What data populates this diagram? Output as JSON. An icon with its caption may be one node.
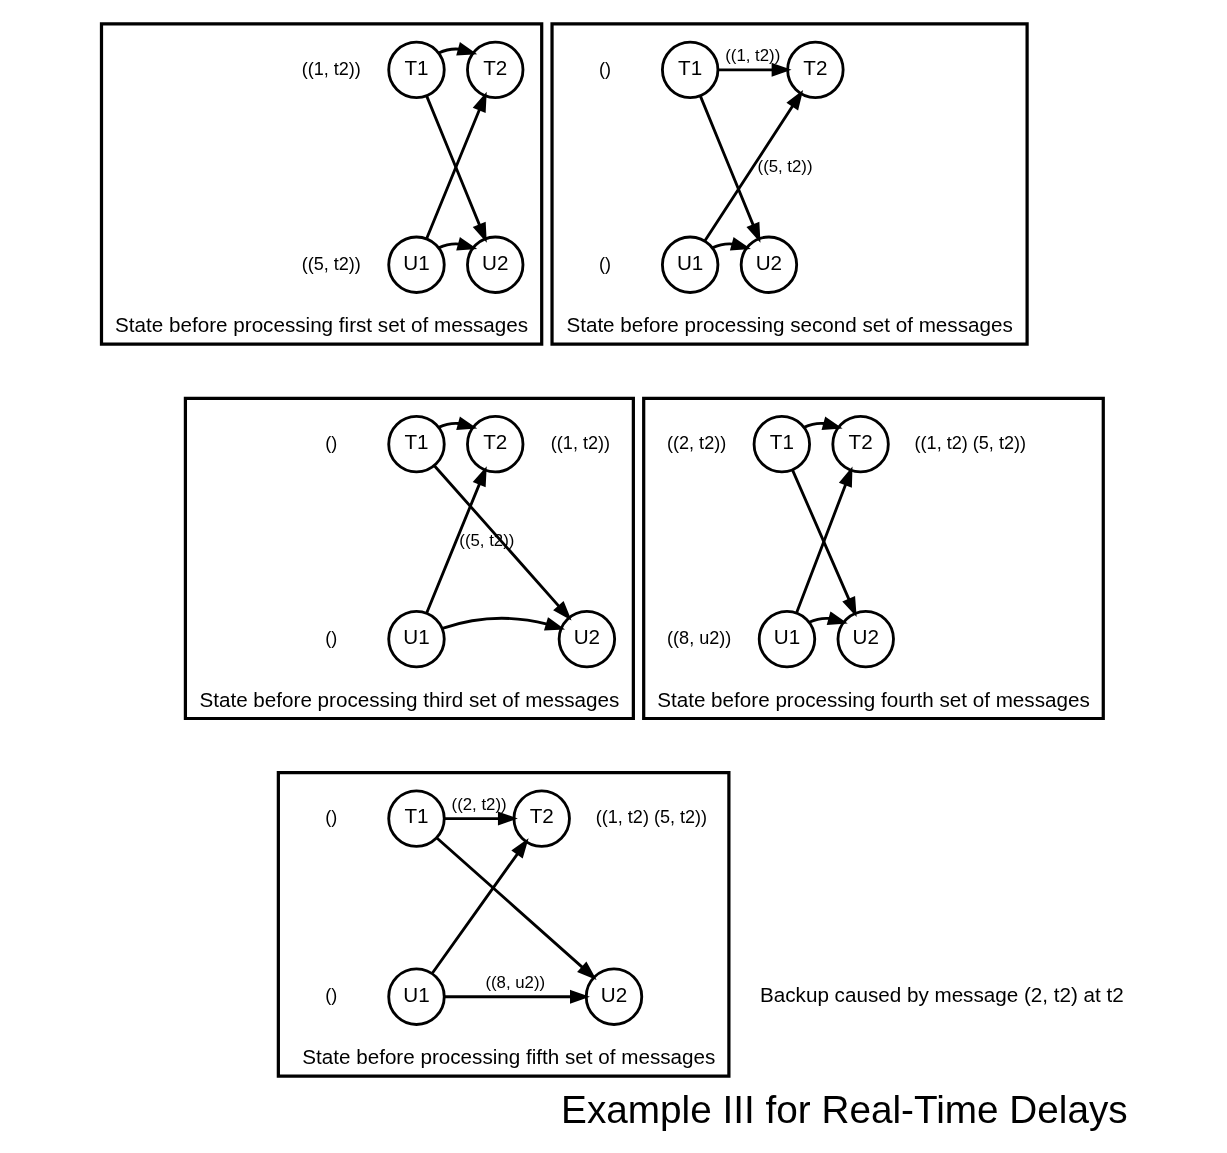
{
  "diagram": {
    "title": "Example III for Real-Time Delays",
    "nodes": [
      {
        "text": [
          "State before processing first set of messages"
        ]
      },
      {
        "text": [
          "T1"
        ],
        "in": 0,
        "beside": [
          "((1, t2))"
        ]
      },
      {
        "text": [
          "T2"
        ],
        "in": 0
      },
      {
        "text": [
          "U1"
        ],
        "in": 0,
        "beside": [
          "((5, t2))"
        ]
      },
      {
        "text": [
          "U2"
        ],
        "in": 0
      },
      {
        "text": [
          "State before processing second set of messages"
        ]
      },
      {
        "text": [
          "T1"
        ],
        "in": 5,
        "beside": [
          "()"
        ]
      },
      {
        "text": [
          "T2"
        ],
        "in": 5
      },
      {
        "text": [
          "U1"
        ],
        "in": 5,
        "beside": [
          "()"
        ]
      },
      {
        "text": [
          "U2"
        ],
        "in": 5
      },
      {
        "text": [
          "State before processing third set of messages"
        ]
      },
      {
        "text": [
          "T1"
        ],
        "in": 10,
        "beside": [
          "()"
        ]
      },
      {
        "text": [
          "T2"
        ],
        "in": 10,
        "beside": [
          "((1, t2))"
        ]
      },
      {
        "text": [
          "U1"
        ],
        "in": 10,
        "beside": [
          "()"
        ]
      },
      {
        "text": [
          "U2"
        ],
        "in": 10
      },
      {
        "text": [
          "State before processing fourth set of messages"
        ]
      },
      {
        "text": [
          "T1"
        ],
        "in": 15,
        "beside": [
          "((2, t2))"
        ]
      },
      {
        "text": [
          "T2"
        ],
        "in": 15,
        "beside": [
          "((1, t2) (5, t2))"
        ]
      },
      {
        "text": [
          "U1"
        ],
        "in": 15,
        "beside": [
          "((8, u2))"
        ]
      },
      {
        "text": [
          "U2"
        ],
        "in": 15
      },
      {
        "text": [
          "State before processing fifth set of messages"
        ]
      },
      {
        "text": [
          "T1"
        ],
        "in": 20,
        "beside": [
          "()"
        ]
      },
      {
        "text": [
          "T2"
        ],
        "in": 20,
        "beside": [
          "((1, t2) (5, t2))"
        ]
      },
      {
        "text": [
          "U1"
        ],
        "in": 20,
        "beside": [
          "()"
        ]
      },
      {
        "text": [
          "U2"
        ],
        "in": 20
      }
    ],
    "edges": [
      {
        "from": 1,
        "to": 2,
        "arrow": "to"
      },
      {
        "from": 1,
        "to": 4,
        "arrow": "to"
      },
      {
        "from": 3,
        "to": 2,
        "arrow": "to"
      },
      {
        "from": 3,
        "to": 4,
        "arrow": "to"
      },
      {
        "from": 6,
        "to": 7,
        "arrow": "to",
        "label": "((1, t2))"
      },
      {
        "from": 6,
        "to": 9,
        "arrow": "to"
      },
      {
        "from": 8,
        "to": 7,
        "arrow": "to",
        "label": "((5, t2))"
      },
      {
        "from": 8,
        "to": 9,
        "arrow": "to"
      },
      {
        "from": 11,
        "to": 12,
        "arrow": "to"
      },
      {
        "from": 11,
        "to": 14,
        "arrow": "to"
      },
      {
        "from": 13,
        "to": 12,
        "arrow": "to",
        "label": "((5, t2))"
      },
      {
        "from": 13,
        "to": 14,
        "arrow": "to"
      },
      {
        "from": 16,
        "to": 17,
        "arrow": "to"
      },
      {
        "from": 16,
        "to": 19,
        "arrow": "to"
      },
      {
        "from": 18,
        "to": 17,
        "arrow": "to"
      },
      {
        "from": 18,
        "to": 19,
        "arrow": "to"
      },
      {
        "from": 21,
        "to": 22,
        "arrow": "to",
        "label": "((2, t2))"
      },
      {
        "from": 21,
        "to": 24,
        "arrow": "to"
      },
      {
        "from": 23,
        "to": 22,
        "arrow": "to"
      },
      {
        "from": 23,
        "to": 24,
        "arrow": "to",
        "label": "((8, u2))"
      }
    ],
    "labels": [
      "Backup caused by message (2, t2) at t2"
    ]
  }
}
